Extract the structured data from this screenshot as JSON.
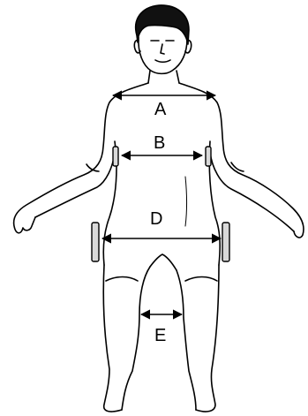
{
  "figure": {
    "labels": {
      "a": "A",
      "b": "B",
      "d": "D",
      "e": "E"
    },
    "colors": {
      "line": "#000000",
      "background": "#ffffff",
      "pad_fill": "#d9d9d9"
    }
  }
}
